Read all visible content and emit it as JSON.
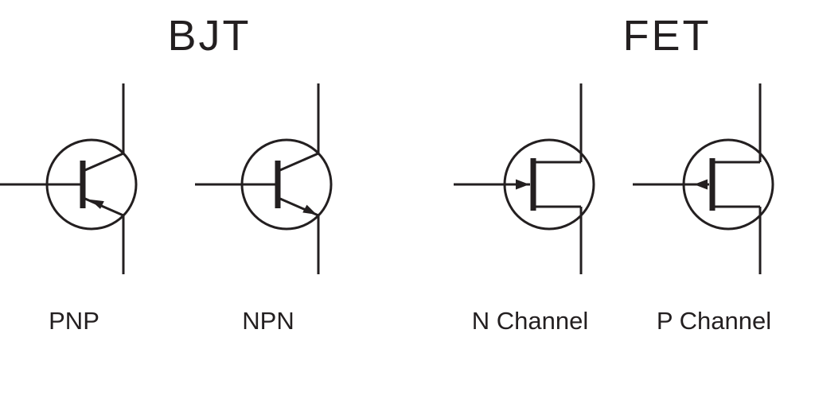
{
  "diagram": {
    "background_color": "#ffffff",
    "line_color": "#231f20",
    "groups": [
      {
        "title": "BJT",
        "symbols": [
          {
            "label": "PNP"
          },
          {
            "label": "NPN"
          }
        ]
      },
      {
        "title": "FET",
        "symbols": [
          {
            "label": "N Channel"
          },
          {
            "label": "P Channel"
          }
        ]
      }
    ]
  }
}
